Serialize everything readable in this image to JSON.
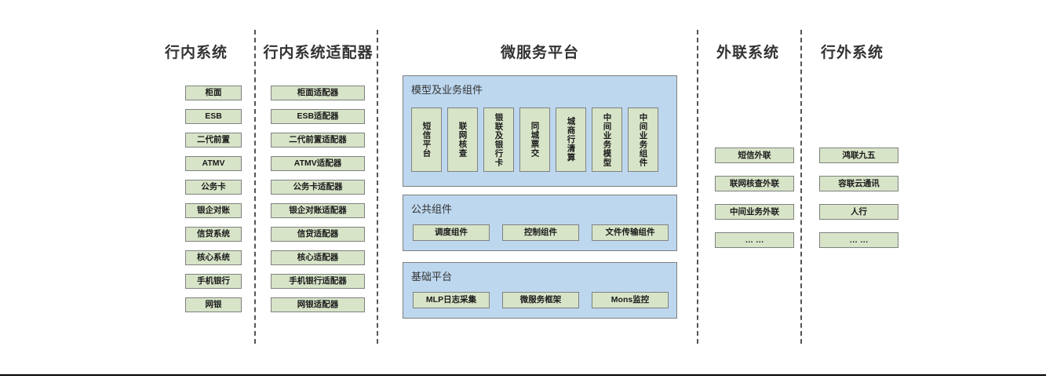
{
  "diagram": {
    "title_style_color": "#333333",
    "node_fill": "#d7e4c8",
    "node_border": "#808080",
    "panel_fill": "#bdd7ee",
    "panel_border": "#7f7f7f",
    "divider_color": "#555555"
  },
  "columns": {
    "internal_systems": {
      "title": "行内系统",
      "items": [
        "柜面",
        "ESB",
        "二代前置",
        "ATMV",
        "公务卡",
        "银企对账",
        "信贷系统",
        "核心系统",
        "手机银行",
        "网银"
      ]
    },
    "internal_adapters": {
      "title": "行内系统适配器",
      "items": [
        "柜面适配器",
        "ESB适配器",
        "二代前置适配器",
        "ATMV适配器",
        "公务卡适配器",
        "银企对账适配器",
        "信贷适配器",
        "核心适配器",
        "手机银行适配器",
        "网银适配器"
      ]
    },
    "microservice_platform": {
      "title": "微服务平台",
      "panels": [
        {
          "label": "模型及业务组件",
          "orientation": "vertical",
          "items": [
            "短信平台",
            "联网核查",
            "银联及银行卡",
            "同城票交",
            "城商行清算",
            "中间业务模型",
            "中间业务组件"
          ]
        },
        {
          "label": "公共组件",
          "orientation": "horizontal",
          "items": [
            "调度组件",
            "控制组件",
            "文件传输组件"
          ]
        },
        {
          "label": "基础平台",
          "orientation": "horizontal",
          "items": [
            "MLP日志采集",
            "微服务框架",
            "Mons监控"
          ]
        }
      ]
    },
    "external_link_systems": {
      "title": "外联系统",
      "items": [
        "短信外联",
        "联网核查外联",
        "中间业务外联",
        "… …"
      ]
    },
    "outside_bank_systems": {
      "title": "行外系统",
      "items": [
        "鸿联九五",
        "容联云通讯",
        "人行",
        "… …"
      ]
    }
  }
}
